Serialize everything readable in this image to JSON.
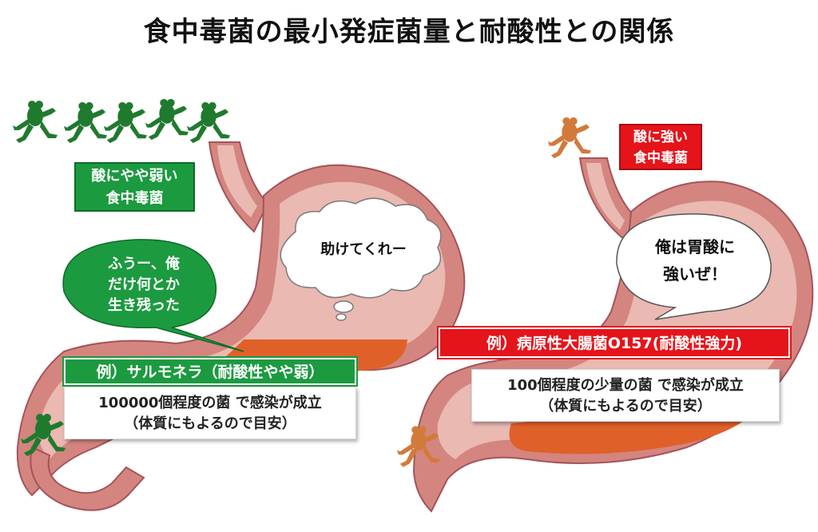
{
  "title": "食中毒菌の最小発症菌量と耐酸性との関係",
  "left": {
    "label_line1": "酸にやや弱い",
    "label_line2": "食中毒菌",
    "speech_line1": "ふうー、俺",
    "speech_line2": "だけ何とか",
    "speech_line3": "生き残った",
    "thought": "助けてくれー",
    "example": "例）サルモネラ（耐酸性やや弱）",
    "info_line1": "100000個程度の菌 で感染が成立",
    "info_line2": "（体質にもよるので目安）"
  },
  "right": {
    "label_line1": "酸に強い",
    "label_line2": "食中毒菌",
    "speech_line1": "俺は胃酸に",
    "speech_line2": "強いぜ！",
    "example": "例）病原性大腸菌O157(耐酸性強力)",
    "info_line1": "100個程度の少量の菌 で感染が成立",
    "info_line2": "（体質にもよるので目安）"
  },
  "colors": {
    "stomach": "#d4857f",
    "stomach_inner": "#e9b9b2",
    "acid": "#e0602a",
    "green_frog": "#1f7a2e",
    "orange_frog": "#d27a3a",
    "green_label": "#1c9a40",
    "red_label": "#e5141b"
  },
  "icons": {
    "frog": "jumping-frog-icon"
  }
}
